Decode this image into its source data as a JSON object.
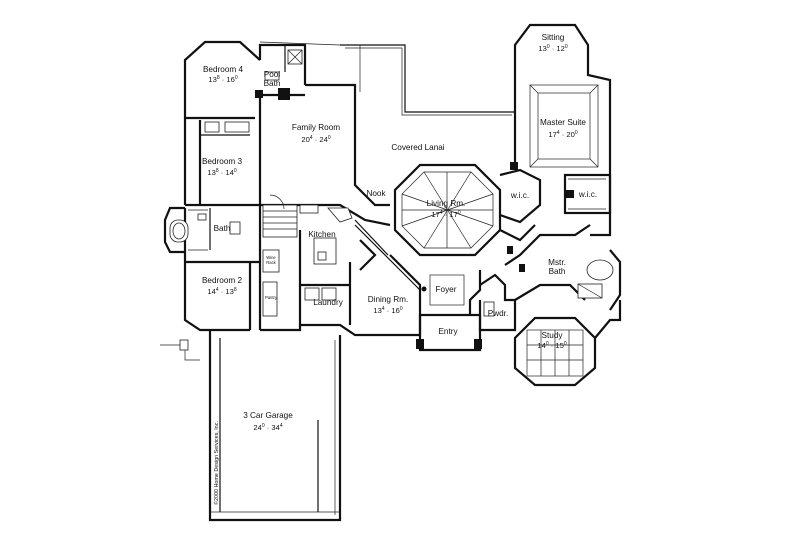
{
  "rooms": {
    "bedroom4": {
      "name": "Bedroom 4",
      "w": "13",
      "wi": "8",
      "d": "16",
      "di": "0"
    },
    "pool_bath": {
      "name1": "Pool",
      "name2": "Bath"
    },
    "family_room": {
      "name": "Family Room",
      "w": "20",
      "wi": "4",
      "d": "24",
      "di": "0"
    },
    "bedroom3": {
      "name": "Bedroom 3",
      "w": "13",
      "wi": "8",
      "d": "14",
      "di": "0"
    },
    "bath": {
      "name": "Bath"
    },
    "kitchen": {
      "name": "Kitchen"
    },
    "nook": {
      "name": "Nook"
    },
    "covered_lanai": {
      "name": "Covered Lanai"
    },
    "living_rm": {
      "name": "Living Rm.",
      "w": "17",
      "wi": "4",
      "d": "17",
      "di": "0"
    },
    "bedroom2": {
      "name": "Bedroom 2",
      "w": "14",
      "wi": "4",
      "d": "13",
      "di": "8"
    },
    "laundry": {
      "name": "Laundry"
    },
    "dining_rm": {
      "name": "Dining Rm.",
      "w": "13",
      "wi": "4",
      "d": "16",
      "di": "0"
    },
    "foyer": {
      "name": "Foyer"
    },
    "entry": {
      "name": "Entry"
    },
    "pwdr": {
      "name": "Pwdr."
    },
    "study": {
      "name": "Study",
      "w": "14",
      "wi": "0",
      "d": "15",
      "di": "0"
    },
    "mstr_bath": {
      "name1": "Mstr.",
      "name2": "Bath"
    },
    "wic_left": {
      "name": "w.i.c."
    },
    "wic_right": {
      "name": "w.i.c."
    },
    "master_suite": {
      "name": "Master Suite",
      "w": "17",
      "wi": "4",
      "d": "20",
      "di": "0"
    },
    "sitting": {
      "name": "Sitting",
      "w": "13",
      "wi": "0",
      "d": "12",
      "di": "0"
    },
    "garage": {
      "name": "3 Car Garage",
      "w": "24",
      "wi": "0",
      "d": "34",
      "di": "4"
    },
    "wine_rack": {
      "name1": "Wine",
      "name2": "Rack"
    },
    "pantry": {
      "name": "Pantry"
    }
  },
  "copyright": "©2000 Home Design Services, Inc."
}
